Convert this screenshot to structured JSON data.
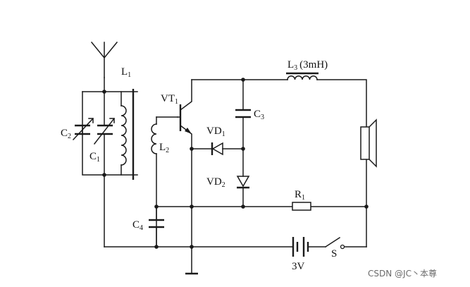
{
  "components": {
    "antenna": {},
    "l1": {
      "name": "L",
      "sub": "1"
    },
    "l2": {
      "name": "L",
      "sub": "2"
    },
    "l3": {
      "name": "L",
      "sub": "3",
      "value": "(3mH)"
    },
    "vt1": {
      "name": "VT",
      "sub": "1"
    },
    "c1": {
      "name": "C",
      "sub": "1"
    },
    "c2": {
      "name": "C",
      "sub": "2"
    },
    "c3": {
      "name": "C",
      "sub": "3"
    },
    "c4": {
      "name": "C",
      "sub": "4"
    },
    "vd1": {
      "name": "VD",
      "sub": "1"
    },
    "vd2": {
      "name": "VD",
      "sub": "2"
    },
    "r1": {
      "name": "R",
      "sub": "1"
    },
    "battery": {
      "value": "3V"
    },
    "switch": {
      "name": "S"
    },
    "speaker": {}
  },
  "watermark": "CSDN @JC丶本尊"
}
